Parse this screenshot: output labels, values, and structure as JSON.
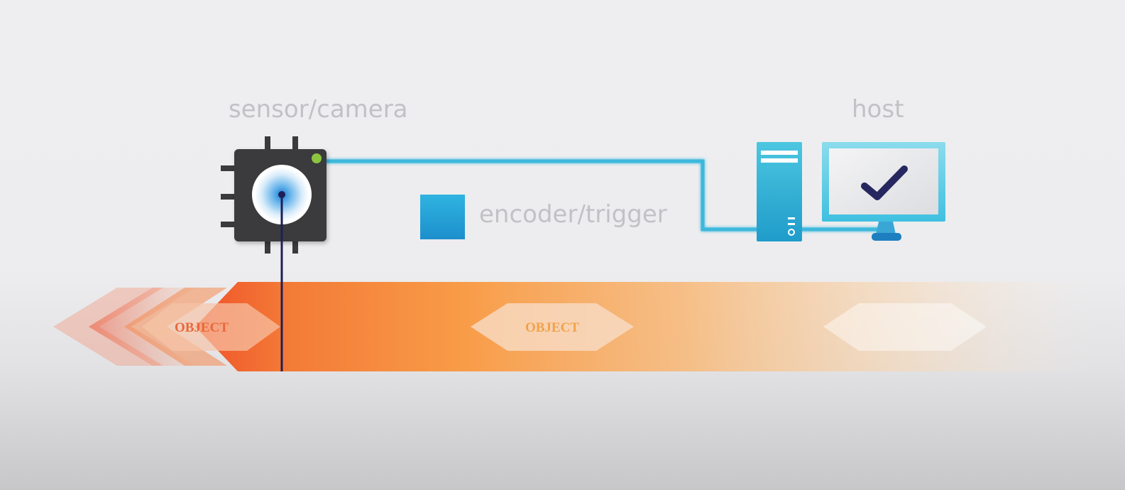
{
  "labels": {
    "sensor": "sensor/camera",
    "host": "host",
    "encoder": "encoder/trigger"
  },
  "objects": [
    {
      "text": "OBJECT"
    },
    {
      "text": "OBJECT"
    },
    {
      "text": ""
    }
  ],
  "icons": {
    "sensor": "camera-chip-icon",
    "encoder": "encoder-box-icon",
    "tower": "pc-tower-icon",
    "monitor": "monitor-icon",
    "check": "checkmark-icon",
    "status": "status-led-icon"
  },
  "colors": {
    "cable": "#3cb8dc",
    "chip": "#3a3a3c",
    "led": "#8cc63f",
    "conveyor_start": "#f25a28",
    "conveyor_mid": "#f7a04c",
    "check": "#272760",
    "scan_line": "#1f1f55"
  }
}
